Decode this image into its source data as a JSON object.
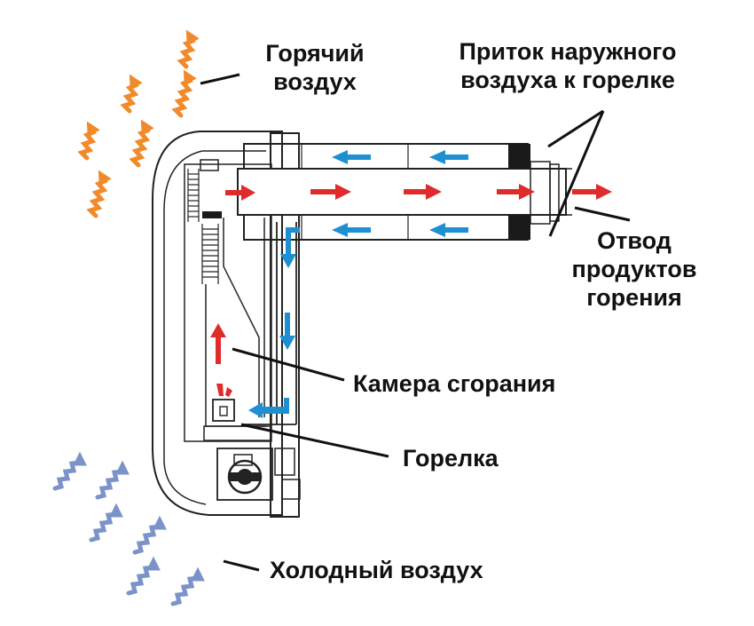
{
  "labels": {
    "hot_air": [
      "Горячий",
      "воздух"
    ],
    "intake": [
      "Приток наружного",
      "воздуха к горелке"
    ],
    "exhaust": [
      "Отвод",
      "продуктов",
      "горения"
    ],
    "chamber": "Камера сгорания",
    "burner": "Горелка",
    "cold_air": "Холодный воздух"
  },
  "colors": {
    "hot_air": "#f08a2a",
    "cold_air": "#7c93c9",
    "exhaust_arrow": "#e02b2b",
    "intake_arrow": "#1e8fd0",
    "line": "#222222",
    "terminal": "#1a1a1a"
  },
  "icons": {
    "hot_wave": "wavy-arrow-icon",
    "cold_wave": "wavy-arrow-icon",
    "flame": "flame-icon"
  }
}
